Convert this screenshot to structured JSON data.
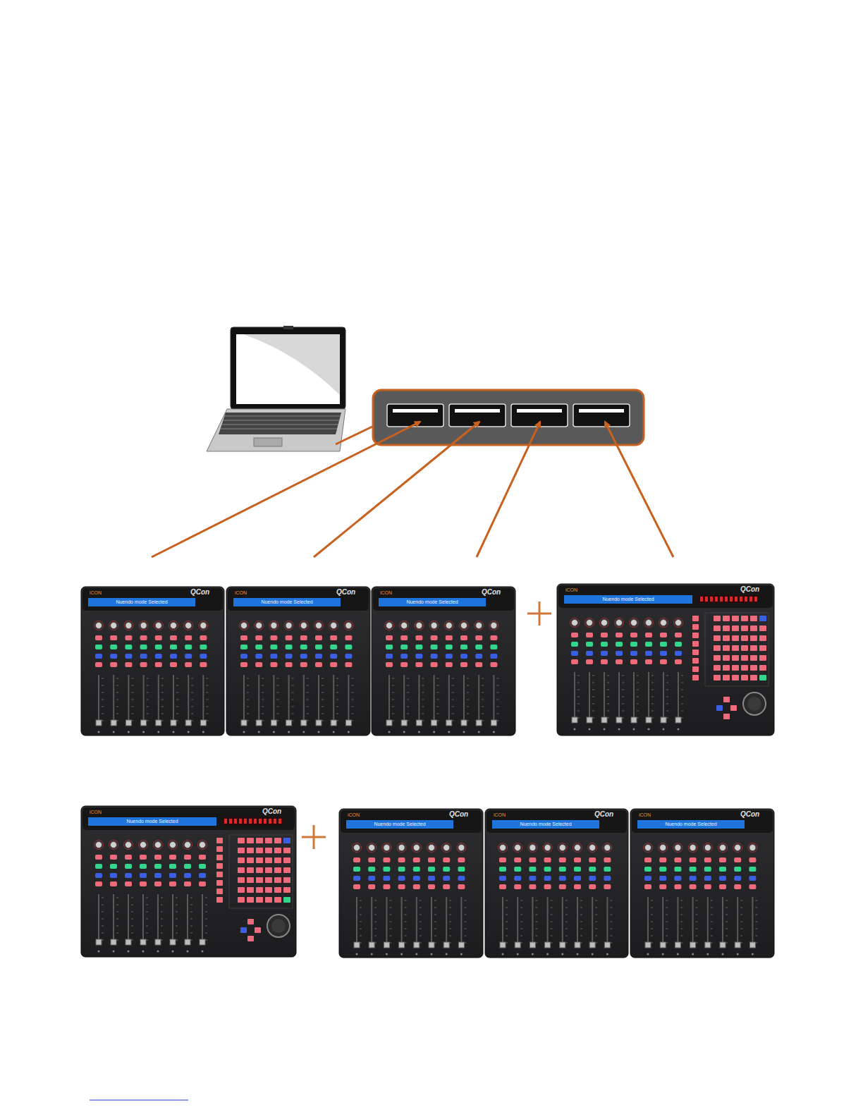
{
  "diagram": {
    "labels": [
      "iCON",
      "QCon",
      "Nuendo mode Selected",
      "iCON",
      "QCon",
      "Nuendo mode Selected",
      "iCON",
      "QCon",
      "Nuendo mode Selected",
      "iCON",
      "QCon",
      "Nuendo mode Selected",
      "iCON",
      "QCon",
      "Nuendo mode Selected",
      "iCON",
      "QCon",
      "Nuendo mode Selected",
      "iCON",
      "QCon",
      "Nuendo mode Selected",
      "iCON",
      "QCon",
      "Nuendo mode Selected"
    ]
  }
}
